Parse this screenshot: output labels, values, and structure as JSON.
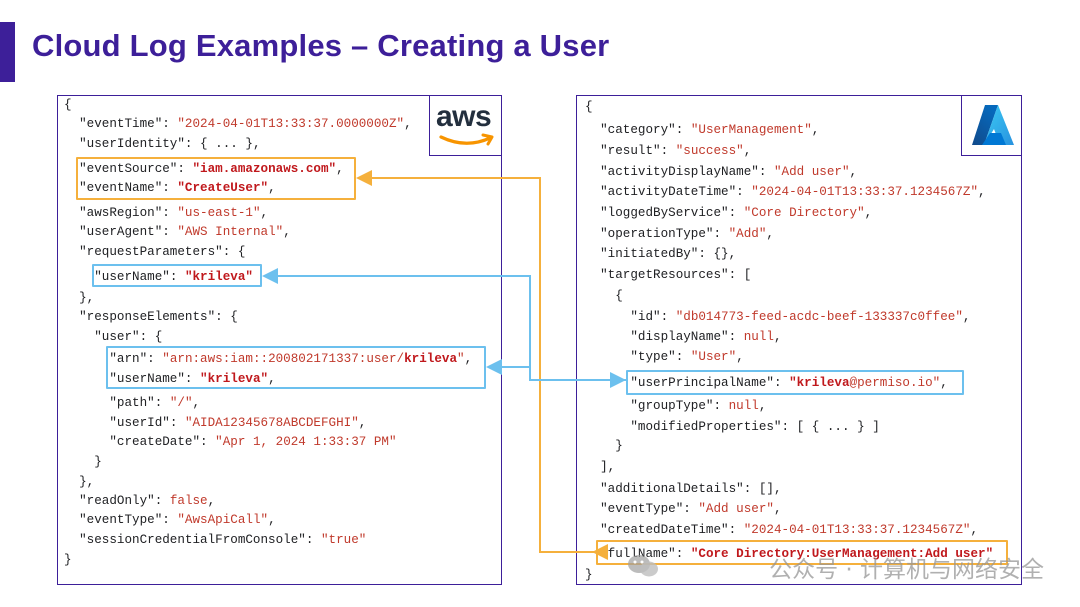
{
  "title": "Cloud Log Examples – Creating a User",
  "aws": {
    "logo_text": "aws",
    "lines": [
      [
        {
          "t": "p",
          "v": "{"
        }
      ],
      [
        {
          "t": "k",
          "v": "  \"eventTime\""
        },
        {
          "t": "p",
          "v": ": "
        },
        {
          "t": "s",
          "v": "\"2024-04-01T13:33:37.0000000Z\""
        },
        {
          "t": "p",
          "v": ","
        }
      ],
      [
        {
          "t": "k",
          "v": "  \"userIdentity\""
        },
        {
          "t": "p",
          "v": ": { ... },"
        }
      ],
      [
        {
          "t": "k",
          "v": "  \"eventSource\""
        },
        {
          "t": "p",
          "v": ": "
        },
        {
          "t": "b",
          "v": "\"iam.amazonaws.com\""
        },
        {
          "t": "p",
          "v": ","
        }
      ],
      [
        {
          "t": "k",
          "v": "  \"eventName\""
        },
        {
          "t": "p",
          "v": ": "
        },
        {
          "t": "b",
          "v": "\"CreateUser\""
        },
        {
          "t": "p",
          "v": ","
        }
      ],
      [
        {
          "t": "k",
          "v": "  \"awsRegion\""
        },
        {
          "t": "p",
          "v": ": "
        },
        {
          "t": "s",
          "v": "\"us-east-1\""
        },
        {
          "t": "p",
          "v": ","
        }
      ],
      [
        {
          "t": "k",
          "v": "  \"userAgent\""
        },
        {
          "t": "p",
          "v": ": "
        },
        {
          "t": "s",
          "v": "\"AWS Internal\""
        },
        {
          "t": "p",
          "v": ","
        }
      ],
      [
        {
          "t": "k",
          "v": "  \"requestParameters\""
        },
        {
          "t": "p",
          "v": ": {"
        }
      ],
      [
        {
          "t": "k",
          "v": "    \"userName\""
        },
        {
          "t": "p",
          "v": ": "
        },
        {
          "t": "b",
          "v": "\"krileva\""
        }
      ],
      [
        {
          "t": "p",
          "v": "  },"
        }
      ],
      [
        {
          "t": "k",
          "v": "  \"responseElements\""
        },
        {
          "t": "p",
          "v": ": {"
        }
      ],
      [
        {
          "t": "k",
          "v": "    \"user\""
        },
        {
          "t": "p",
          "v": ": {"
        }
      ],
      [
        {
          "t": "k",
          "v": "      \"arn\""
        },
        {
          "t": "p",
          "v": ": "
        },
        {
          "t": "s",
          "v": "\"arn:aws:iam::200802171337:user/"
        },
        {
          "t": "b",
          "v": "krileva"
        },
        {
          "t": "s",
          "v": "\""
        },
        {
          "t": "p",
          "v": ","
        }
      ],
      [
        {
          "t": "k",
          "v": "      \"userName\""
        },
        {
          "t": "p",
          "v": ": "
        },
        {
          "t": "b",
          "v": "\"krileva\""
        },
        {
          "t": "p",
          "v": ","
        }
      ],
      [
        {
          "t": "k",
          "v": "      \"path\""
        },
        {
          "t": "p",
          "v": ": "
        },
        {
          "t": "s",
          "v": "\"/\""
        },
        {
          "t": "p",
          "v": ","
        }
      ],
      [
        {
          "t": "k",
          "v": "      \"userId\""
        },
        {
          "t": "p",
          "v": ": "
        },
        {
          "t": "s",
          "v": "\"AIDA12345678ABCDEFGHI\""
        },
        {
          "t": "p",
          "v": ","
        }
      ],
      [
        {
          "t": "k",
          "v": "      \"createDate\""
        },
        {
          "t": "p",
          "v": ": "
        },
        {
          "t": "s",
          "v": "\"Apr 1, 2024 1:33:37 PM\""
        }
      ],
      [
        {
          "t": "p",
          "v": "    }"
        }
      ],
      [
        {
          "t": "p",
          "v": "  },"
        }
      ],
      [
        {
          "t": "k",
          "v": "  \"readOnly\""
        },
        {
          "t": "p",
          "v": ": "
        },
        {
          "t": "s",
          "v": "false"
        },
        {
          "t": "p",
          "v": ","
        }
      ],
      [
        {
          "t": "k",
          "v": "  \"eventType\""
        },
        {
          "t": "p",
          "v": ": "
        },
        {
          "t": "s",
          "v": "\"AwsApiCall\""
        },
        {
          "t": "p",
          "v": ","
        }
      ],
      [
        {
          "t": "k",
          "v": "  \"sessionCredentialFromConsole\""
        },
        {
          "t": "p",
          "v": ": "
        },
        {
          "t": "s",
          "v": "\"true\""
        }
      ],
      [
        {
          "t": "p",
          "v": "}"
        }
      ]
    ]
  },
  "azure": {
    "lines": [
      [
        {
          "t": "p",
          "v": "{"
        }
      ],
      [
        {
          "t": "k",
          "v": "  \"category\""
        },
        {
          "t": "p",
          "v": ": "
        },
        {
          "t": "s",
          "v": "\"UserManagement\""
        },
        {
          "t": "p",
          "v": ","
        }
      ],
      [
        {
          "t": "k",
          "v": "  \"result\""
        },
        {
          "t": "p",
          "v": ": "
        },
        {
          "t": "s",
          "v": "\"success\""
        },
        {
          "t": "p",
          "v": ","
        }
      ],
      [
        {
          "t": "k",
          "v": "  \"activityDisplayName\""
        },
        {
          "t": "p",
          "v": ": "
        },
        {
          "t": "s",
          "v": "\"Add user\""
        },
        {
          "t": "p",
          "v": ","
        }
      ],
      [
        {
          "t": "k",
          "v": "  \"activityDateTime\""
        },
        {
          "t": "p",
          "v": ": "
        },
        {
          "t": "s",
          "v": "\"2024-04-01T13:33:37.1234567Z\""
        },
        {
          "t": "p",
          "v": ","
        }
      ],
      [
        {
          "t": "k",
          "v": "  \"loggedByService\""
        },
        {
          "t": "p",
          "v": ": "
        },
        {
          "t": "s",
          "v": "\"Core Directory\""
        },
        {
          "t": "p",
          "v": ","
        }
      ],
      [
        {
          "t": "k",
          "v": "  \"operationType\""
        },
        {
          "t": "p",
          "v": ": "
        },
        {
          "t": "s",
          "v": "\"Add\""
        },
        {
          "t": "p",
          "v": ","
        }
      ],
      [
        {
          "t": "k",
          "v": "  \"initiatedBy\""
        },
        {
          "t": "p",
          "v": ": {},"
        }
      ],
      [
        {
          "t": "k",
          "v": "  \"targetResources\""
        },
        {
          "t": "p",
          "v": ": ["
        }
      ],
      [
        {
          "t": "p",
          "v": "    {"
        }
      ],
      [
        {
          "t": "k",
          "v": "      \"id\""
        },
        {
          "t": "p",
          "v": ": "
        },
        {
          "t": "s",
          "v": "\"db014773-feed-acdc-beef-133337c0ffee\""
        },
        {
          "t": "p",
          "v": ","
        }
      ],
      [
        {
          "t": "k",
          "v": "      \"displayName\""
        },
        {
          "t": "p",
          "v": ": "
        },
        {
          "t": "s",
          "v": "null"
        },
        {
          "t": "p",
          "v": ","
        }
      ],
      [
        {
          "t": "k",
          "v": "      \"type\""
        },
        {
          "t": "p",
          "v": ": "
        },
        {
          "t": "s",
          "v": "\"User\""
        },
        {
          "t": "p",
          "v": ","
        }
      ],
      [
        {
          "t": "k",
          "v": "      \"userPrincipalName\""
        },
        {
          "t": "p",
          "v": ": "
        },
        {
          "t": "b",
          "v": "\"krileva"
        },
        {
          "t": "s",
          "v": "@permiso.io\""
        },
        {
          "t": "p",
          "v": ","
        }
      ],
      [
        {
          "t": "k",
          "v": "      \"groupType\""
        },
        {
          "t": "p",
          "v": ": "
        },
        {
          "t": "s",
          "v": "null"
        },
        {
          "t": "p",
          "v": ","
        }
      ],
      [
        {
          "t": "k",
          "v": "      \"modifiedProperties\""
        },
        {
          "t": "p",
          "v": ": [ { ... } ]"
        }
      ],
      [
        {
          "t": "p",
          "v": "    }"
        }
      ],
      [
        {
          "t": "p",
          "v": "  ],"
        }
      ],
      [
        {
          "t": "k",
          "v": "  \"additionalDetails\""
        },
        {
          "t": "p",
          "v": ": [],"
        }
      ],
      [
        {
          "t": "k",
          "v": "  \"eventType\""
        },
        {
          "t": "p",
          "v": ": "
        },
        {
          "t": "s",
          "v": "\"Add user\""
        },
        {
          "t": "p",
          "v": ","
        }
      ],
      [
        {
          "t": "k",
          "v": "  \"createdDateTime\""
        },
        {
          "t": "p",
          "v": ": "
        },
        {
          "t": "s",
          "v": "\"2024-04-01T13:33:37.1234567Z\""
        },
        {
          "t": "p",
          "v": ","
        }
      ],
      [
        {
          "t": "k",
          "v": "  \"fullName\""
        },
        {
          "t": "p",
          "v": ": "
        },
        {
          "t": "b",
          "v": "\"Core Directory:UserManagement:Add user\""
        }
      ],
      [
        {
          "t": "p",
          "v": "}"
        }
      ]
    ]
  },
  "watermark": "公众号 · 计算机与网络安全",
  "colors": {
    "accent": "#3d1f99",
    "highlight_orange": "#f5b03c",
    "highlight_blue": "#6cc0ee",
    "value_red": "#c0392b",
    "bold_red": "#c0181c"
  },
  "icons": {
    "aws": "aws-logo-icon",
    "azure": "azure-logo-icon",
    "watermark": "wechat-icon"
  }
}
